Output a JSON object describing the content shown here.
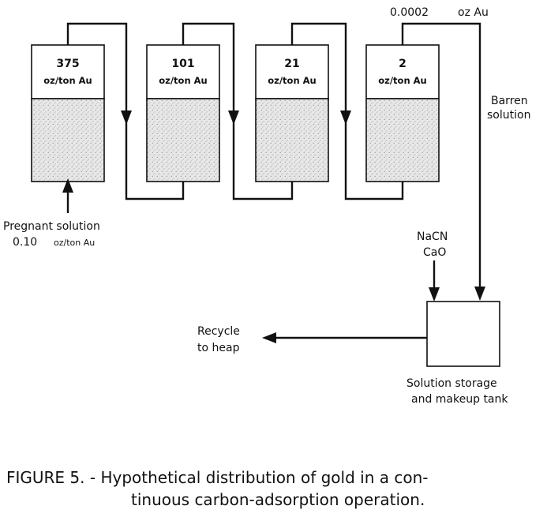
{
  "diagram": {
    "tanks": [
      {
        "value": "375",
        "unit": "oz/ton Au"
      },
      {
        "value": "101",
        "unit": "oz/ton Au"
      },
      {
        "value": "21",
        "unit": "oz/ton Au"
      },
      {
        "value": "2",
        "unit": "oz/ton Au"
      }
    ],
    "outlet": {
      "value": "0.0002",
      "unit": "oz Au"
    },
    "barren": {
      "line1": "Barren",
      "line2": "solution"
    },
    "pregnant": {
      "line1": "Pregnant solution",
      "value": "0.10",
      "unit": "oz/ton Au"
    },
    "reagents": {
      "line1": "NaCN",
      "line2": "CaO"
    },
    "recycle": {
      "line1": "Recycle",
      "line2": "to heap"
    },
    "storage": {
      "line1": "Solution storage",
      "line2": "and makeup tank"
    }
  },
  "caption": {
    "line1": "FIGURE 5. - Hypothetical distribution of gold in a con-",
    "line2": "tinuous carbon-adsorption operation."
  },
  "colors": {
    "ink": "#111111",
    "background": "#ffffff",
    "carbon_fill": "#e4e4e4"
  }
}
